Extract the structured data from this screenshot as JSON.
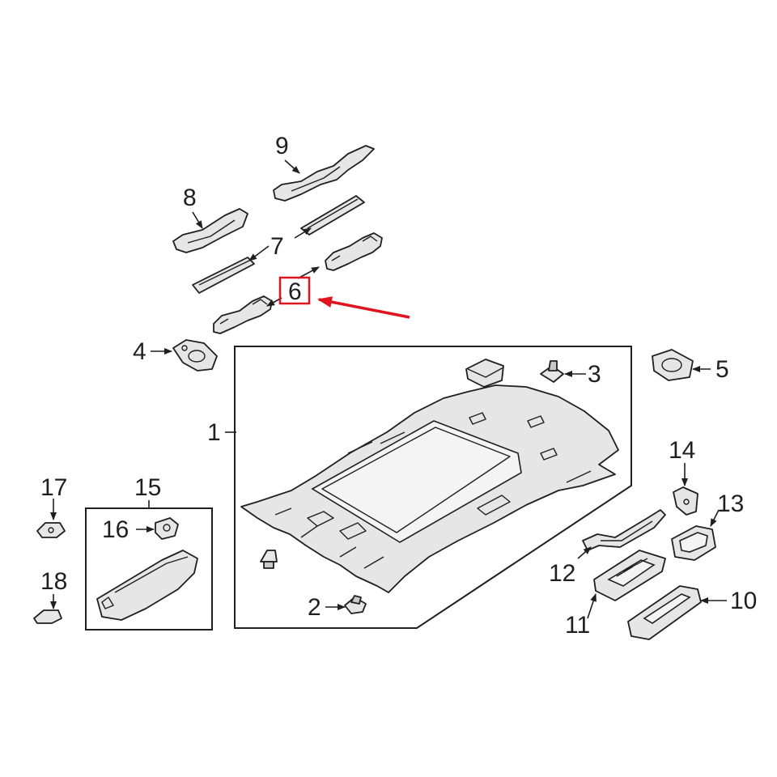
{
  "callouts": {
    "c1": "1",
    "c2": "2",
    "c3": "3",
    "c4": "4",
    "c5": "5",
    "c6": "6",
    "c7": "7",
    "c8": "8",
    "c9": "9",
    "c10": "10",
    "c11": "11",
    "c12": "12",
    "c13": "13",
    "c14": "14",
    "c15": "15",
    "c16": "16",
    "c17": "17",
    "c18": "18"
  },
  "highlight": {
    "target": "6",
    "box_color": "#e0141e",
    "arrow_color": "#e0141e"
  }
}
